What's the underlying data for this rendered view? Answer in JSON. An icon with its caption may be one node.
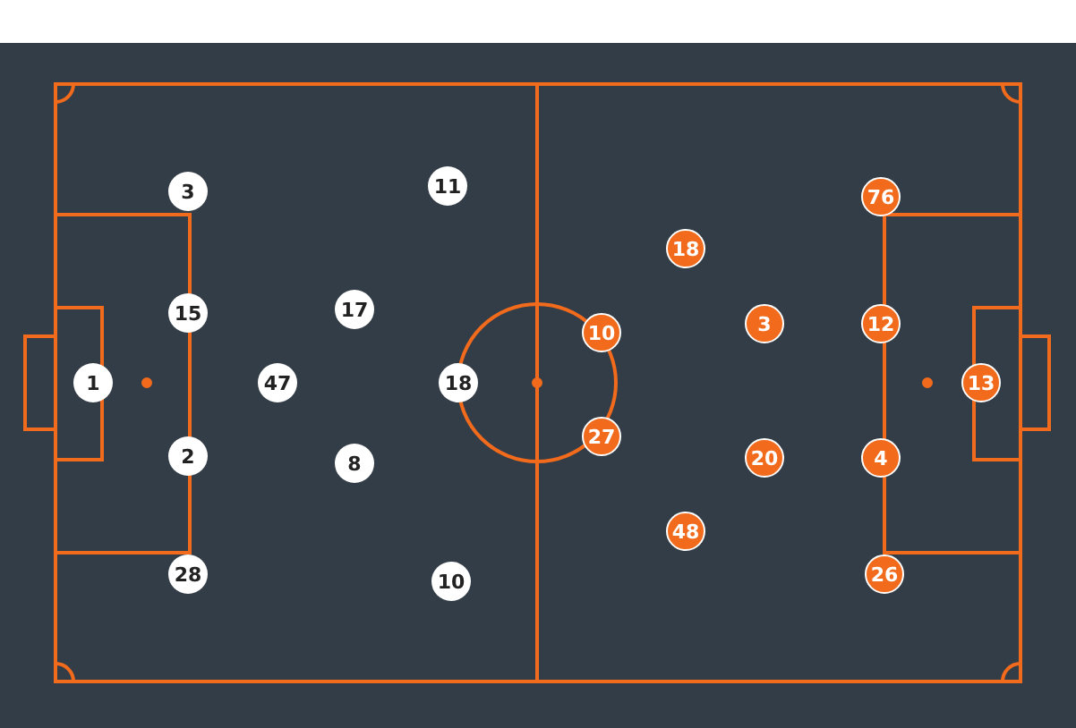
{
  "diagram": {
    "nodes": [
      {
        "text": [
          "1"
        ]
      },
      {
        "text": [
          "3"
        ]
      },
      {
        "text": [
          "15"
        ]
      },
      {
        "text": [
          "2"
        ]
      },
      {
        "text": [
          "28"
        ]
      },
      {
        "text": [
          "47"
        ]
      },
      {
        "text": [
          "17"
        ]
      },
      {
        "text": [
          "8"
        ]
      },
      {
        "text": [
          "11"
        ]
      },
      {
        "text": [
          "18"
        ]
      },
      {
        "text": [
          "10"
        ]
      },
      {
        "text": [
          "10"
        ]
      },
      {
        "text": [
          "27"
        ]
      },
      {
        "text": [
          "18"
        ]
      },
      {
        "text": [
          "48"
        ]
      },
      {
        "text": [
          "3"
        ]
      },
      {
        "text": [
          "20"
        ]
      },
      {
        "text": [
          "76"
        ]
      },
      {
        "text": [
          "12"
        ]
      },
      {
        "text": [
          "4"
        ]
      },
      {
        "text": [
          "26"
        ]
      },
      {
        "text": [
          "13"
        ]
      }
    ]
  }
}
